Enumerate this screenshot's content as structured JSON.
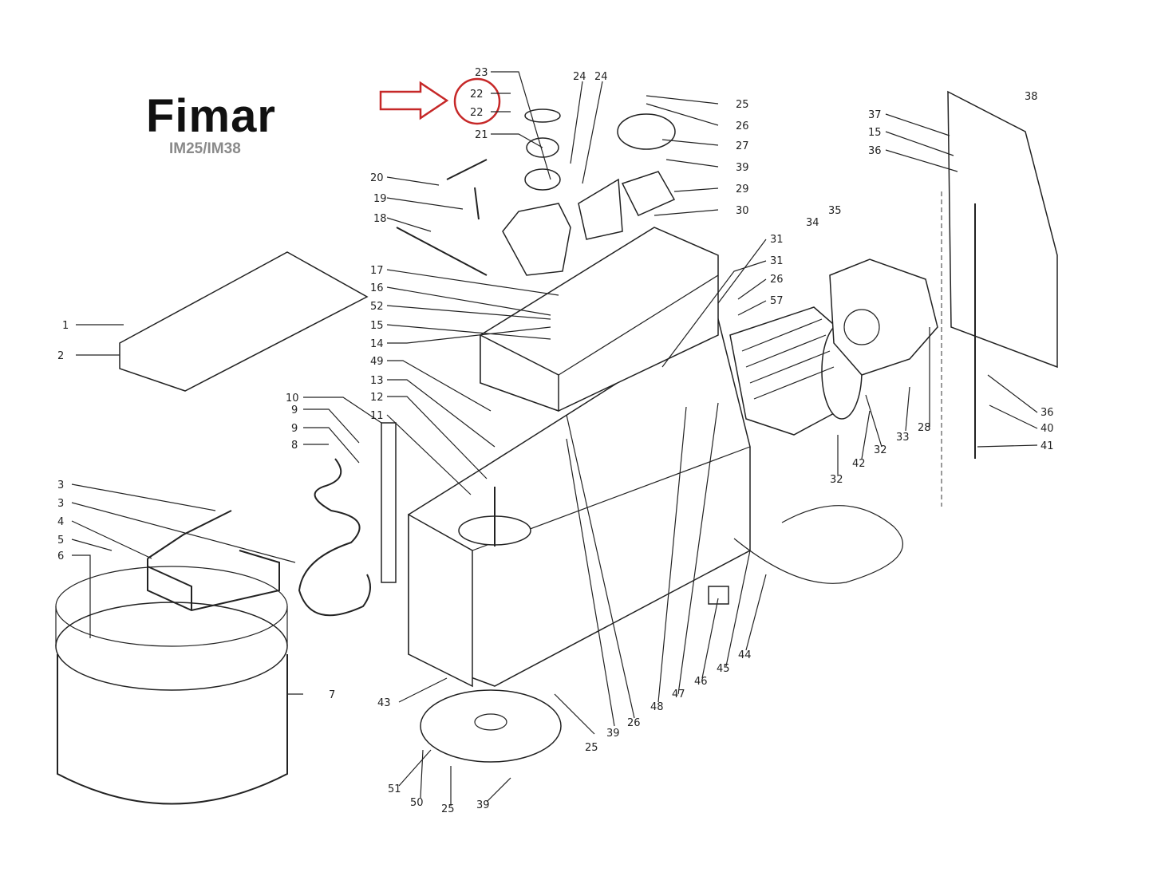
{
  "brand": "Fimar",
  "models": "IM25/IM38",
  "highlight": {
    "label": "22",
    "color": "#c62828"
  },
  "parts": [
    "1",
    "2",
    "3",
    "3",
    "4",
    "5",
    "6",
    "7",
    "8",
    "9",
    "9",
    "10",
    "11",
    "12",
    "13",
    "14",
    "49",
    "15",
    "52",
    "16",
    "17",
    "18",
    "19",
    "20",
    "21",
    "22",
    "22",
    "23",
    "24",
    "24",
    "25",
    "26",
    "27",
    "39",
    "29",
    "30",
    "31",
    "31",
    "26",
    "57",
    "34",
    "35",
    "37",
    "15",
    "36",
    "38",
    "36",
    "40",
    "41",
    "28",
    "33",
    "32",
    "32",
    "42",
    "43",
    "51",
    "50",
    "25",
    "39",
    "25",
    "39",
    "26",
    "48",
    "47",
    "46",
    "45",
    "44"
  ]
}
